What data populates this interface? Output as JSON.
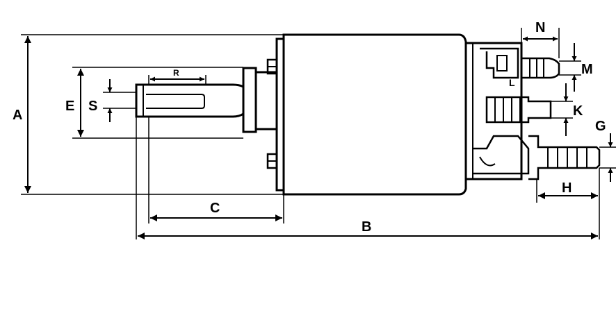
{
  "labels": {
    "A": "A",
    "B": "B",
    "C": "C",
    "E": "E",
    "S": "S",
    "R": "R",
    "N": "N",
    "M": "M",
    "L": "L",
    "K": "K",
    "G": "G",
    "H": "H"
  }
}
